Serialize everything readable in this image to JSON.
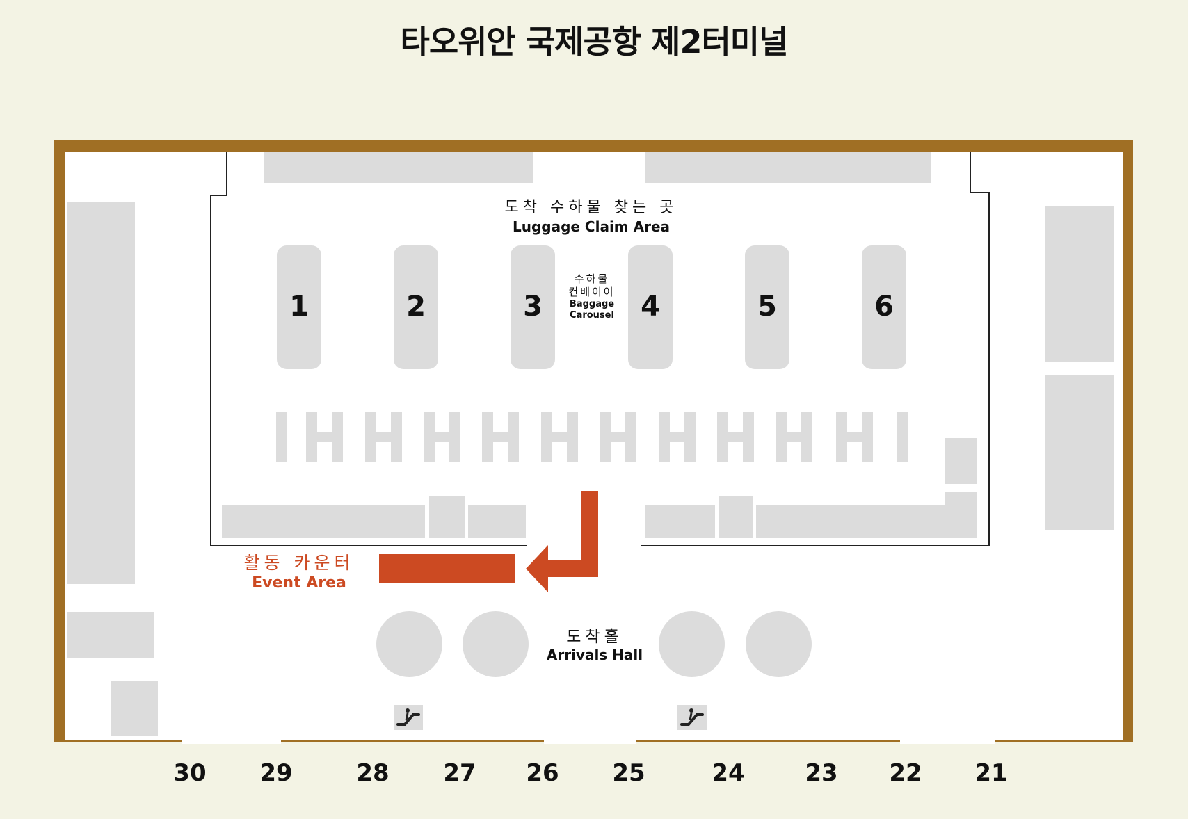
{
  "title": "타오위안 국제공항 제2터미널",
  "luggage_claim": {
    "ko": "도착 수하물 찾는 곳",
    "en": "Luggage Claim Area"
  },
  "carousel_label": {
    "ko_1": "수하물",
    "ko_2": "컨베이어",
    "en_1": "Baggage",
    "en_2": "Carousel"
  },
  "carousels": [
    "1",
    "2",
    "3",
    "4",
    "5",
    "6"
  ],
  "event_area": {
    "ko": "활동 카운터",
    "en": "Event Area"
  },
  "arrivals_hall": {
    "ko": "도착홀",
    "en": "Arrivals Hall"
  },
  "gates": [
    "30",
    "29",
    "28",
    "27",
    "26",
    "25",
    "24",
    "23",
    "22",
    "21"
  ],
  "icons": [
    "escalator-icon"
  ],
  "colors": {
    "frame": "#a06f24",
    "event": "#cc4a22",
    "block": "#dcdcdc",
    "background": "#f3f3e4"
  }
}
